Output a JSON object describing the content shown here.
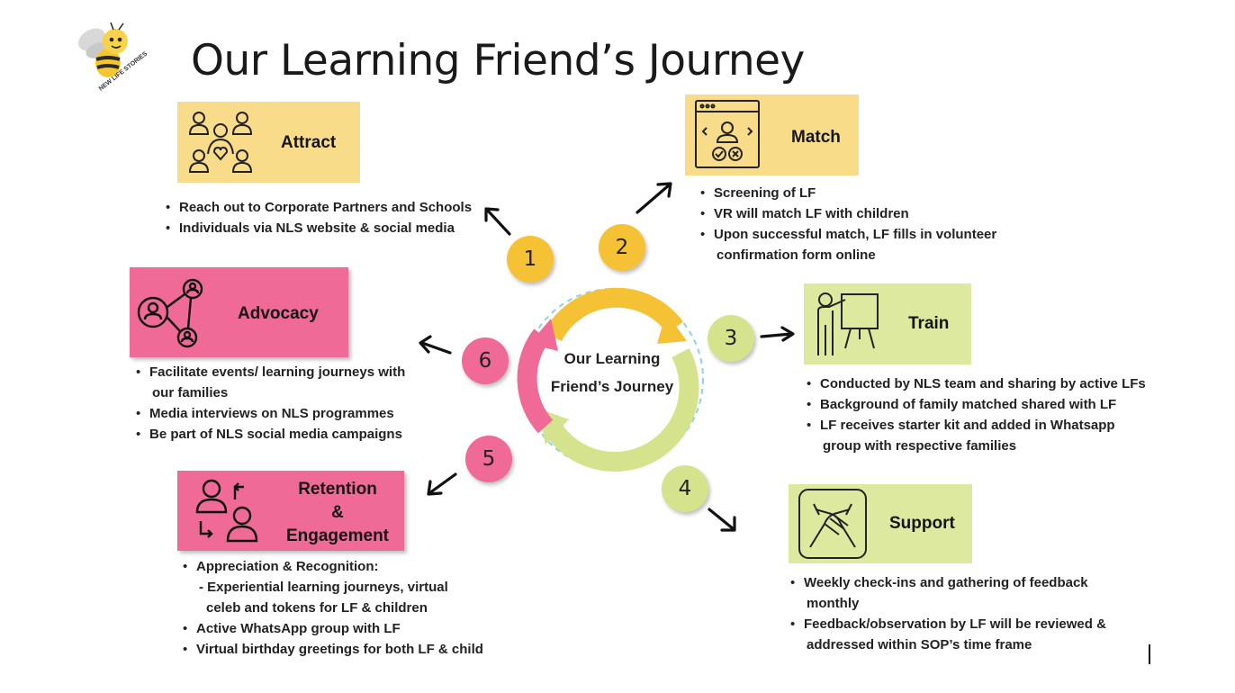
{
  "title": "Our Learning Friend’s Journey",
  "logo_text": "NEW LIFE STORIES",
  "center_label": [
    "Our Learning",
    "Friend’s Journey"
  ],
  "colors": {
    "yellow": "#f8dc8a",
    "yellow_circle": "#f6c235",
    "green": "#dde99f",
    "green_circle": "#d5e48c",
    "pink": "#ef6a96"
  },
  "stages": [
    {
      "number": "1",
      "label": "Attract",
      "icon": "people-heart-icon",
      "bullets": [
        "Reach out to Corporate Partners and Schools",
        "Individuals via NLS website & social media"
      ]
    },
    {
      "number": "2",
      "label": "Match",
      "icon": "profile-window-icon",
      "bullets": [
        "Screening of LF",
        "VR will match LF with children",
        "Upon successful match, LF fills in volunteer",
        "confirmation form online"
      ]
    },
    {
      "number": "3",
      "label": "Train",
      "icon": "presenter-board-icon",
      "bullets": [
        "Conducted by NLS team and sharing by active LFs",
        "Background of family matched shared with LF",
        "LF receives starter kit and added in Whatsapp",
        "group with respective families"
      ]
    },
    {
      "number": "4",
      "label": "Support",
      "icon": "handshake-icon",
      "bullets": [
        "Weekly check-ins and gathering of feedback",
        "monthly",
        "Feedback/observation by LF will be reviewed &",
        "addressed within SOP’s time frame"
      ]
    },
    {
      "number": "5",
      "label": [
        "Retention",
        "&",
        "Engagement"
      ],
      "icon": "people-exchange-icon",
      "bullets": [
        "Appreciation & Recognition:",
        "- Experiential learning journeys, virtual",
        "celeb and tokens for LF & children",
        "Active WhatsApp group with LF",
        "Virtual birthday greetings for both LF & child"
      ]
    },
    {
      "number": "6",
      "label": "Advocacy",
      "icon": "network-people-icon",
      "bullets": [
        "Facilitate events/ learning journeys with",
        "our families",
        "Media interviews on NLS programmes",
        "Be part of NLS social media campaigns"
      ]
    }
  ]
}
